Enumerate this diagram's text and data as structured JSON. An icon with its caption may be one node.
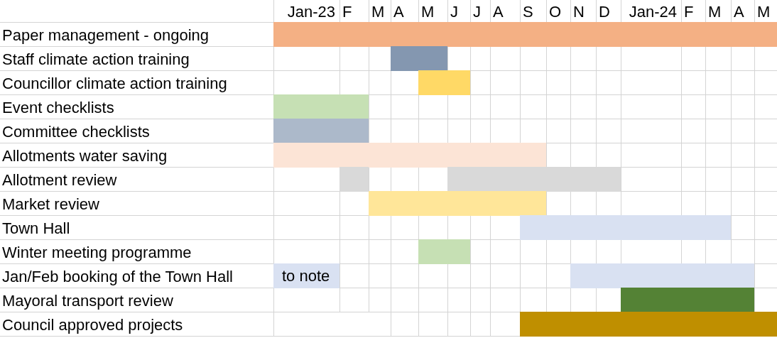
{
  "diagram": {
    "nodes": [
      {
        "text": [
          "Paper management - ongoing"
        ]
      },
      {
        "text": [],
        "shape": "bar",
        "in": 0
      },
      {
        "text": [
          "Staff climate action training"
        ]
      },
      {
        "text": [],
        "shape": "bar",
        "in": 2
      },
      {
        "text": [
          "Councillor climate action training"
        ]
      },
      {
        "text": [],
        "shape": "bar",
        "in": 4
      },
      {
        "text": [
          "Event checklists"
        ]
      },
      {
        "text": [],
        "shape": "bar",
        "in": 6
      },
      {
        "text": [
          "Committee checklists"
        ]
      },
      {
        "text": [],
        "shape": "bar",
        "in": 8
      },
      {
        "text": [
          "Allotments water saving"
        ]
      },
      {
        "text": [],
        "shape": "bar",
        "in": 10
      },
      {
        "text": [
          "Allotment review"
        ]
      },
      {
        "text": [],
        "shape": "bar",
        "in": 12
      },
      {
        "text": [],
        "shape": "bar",
        "in": 12
      },
      {
        "text": [
          "Market review"
        ]
      },
      {
        "text": [],
        "shape": "bar",
        "in": 15
      },
      {
        "text": [
          "Town Hall"
        ]
      },
      {
        "text": [],
        "shape": "bar",
        "in": 17
      },
      {
        "text": [
          "Winter meeting programme"
        ]
      },
      {
        "text": [],
        "shape": "bar",
        "in": 19
      },
      {
        "text": [
          "Jan/Feb booking of the Town Hall"
        ]
      },
      {
        "text": [
          "to note"
        ],
        "in": 21
      },
      {
        "text": [],
        "shape": "bar",
        "in": 21
      },
      {
        "text": [
          "Mayoral transport review"
        ]
      },
      {
        "text": [],
        "shape": "bar",
        "in": 24
      },
      {
        "text": [
          "Council approved projects"
        ]
      },
      {
        "text": [],
        "shape": "bar",
        "in": 26
      }
    ],
    "labels": [
      "Jan-23",
      "F",
      "M",
      "A",
      "M",
      "J",
      "J",
      "A",
      "S",
      "O",
      "N",
      "D",
      "Jan-24",
      "F",
      "M",
      "A",
      "M"
    ]
  }
}
